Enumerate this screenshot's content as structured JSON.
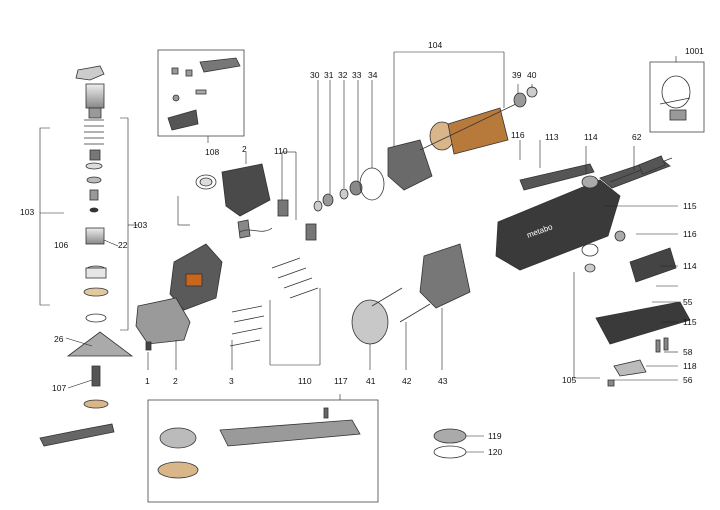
{
  "labels": {
    "l1": "1",
    "l2a": "2",
    "l2b": "2",
    "l3": "3",
    "l22": "22",
    "l26": "26",
    "l30": "30",
    "l31": "31",
    "l32": "32",
    "l33": "33",
    "l34": "34",
    "l39": "39",
    "l40": "40",
    "l41": "41",
    "l42": "42",
    "l43": "43",
    "l55": "55",
    "l56": "56",
    "l58": "58",
    "l62": "62",
    "l103a": "103",
    "l103b": "103",
    "l104": "104",
    "l105": "105",
    "l106": "106",
    "l107": "107",
    "l108": "108",
    "l110a": "110",
    "l110b": "110",
    "l113": "113",
    "l114a": "114",
    "l114b": "114",
    "l115a": "115",
    "l115b": "115",
    "l116a": "116",
    "l116b": "116",
    "l117": "117",
    "l118": "118",
    "l119": "119",
    "l120": "120",
    "l1001": "1001"
  },
  "brand_mark": "metabo",
  "colors": {
    "line": "#222222",
    "part_dark": "#3a3a3a",
    "part_mid": "#8a8a8a",
    "part_light": "#d6d6d6",
    "accent": "#c8651b"
  }
}
